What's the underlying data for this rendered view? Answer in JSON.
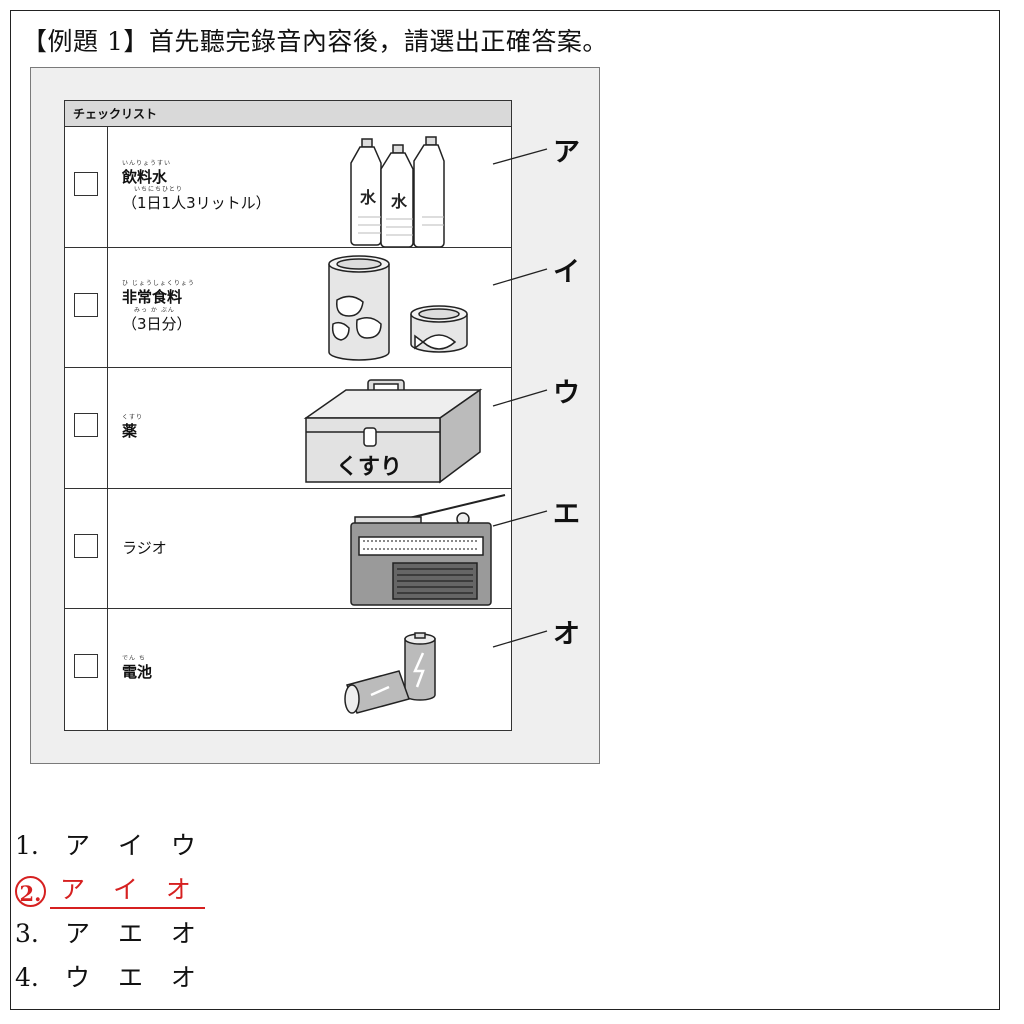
{
  "question": "【例題 1】首先聽完錄音內容後，請選出正確答案。",
  "checklist": {
    "header": "チェックリスト",
    "items": [
      {
        "ruby": "いんりょうすい",
        "label": "飲料水",
        "ruby2": "いちにちひとり",
        "note": "（1日1人3リットル）",
        "pointer": "ア",
        "bottle_text": "水"
      },
      {
        "ruby": "ひ じょうしょくりょう",
        "label": "非常食料",
        "ruby2": "みっ か ぶん",
        "note": "（3日分）",
        "pointer": "イ"
      },
      {
        "ruby": "くすり",
        "label": "薬",
        "pointer": "ウ",
        "box_text": "くすり"
      },
      {
        "label": "ラジオ",
        "pointer": "エ"
      },
      {
        "ruby": "でん ち",
        "label": "電池",
        "pointer": "オ"
      }
    ]
  },
  "options": [
    {
      "num": "1.",
      "choice": "ア イ ウ",
      "correct": false
    },
    {
      "num": "2.",
      "choice": "ア イ オ",
      "correct": true
    },
    {
      "num": "3.",
      "choice": "ア エ オ",
      "correct": false
    },
    {
      "num": "4.",
      "choice": "ウ エ オ",
      "correct": false
    }
  ],
  "colors": {
    "answer": "#d62020",
    "figure_bg": "#efefef",
    "header_bg": "#d9d9d9"
  }
}
